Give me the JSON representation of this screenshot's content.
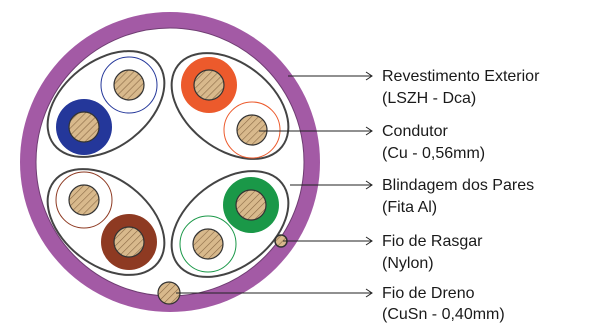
{
  "colors": {
    "jacket": "#a35aa5",
    "jacket_outline": "#6f3d72",
    "pair_outline": "#444444",
    "copper": "#d8b98c",
    "hatch": "#8a6a45",
    "orange": "#ec5a2c",
    "blue": "#24379a",
    "green": "#1a9848",
    "brown": "#8e3a22",
    "leader": "#222222"
  },
  "labels": [
    {
      "id": "outer-jacket",
      "title": "Revestimento Exterior",
      "detail": "(LSZH - Dca)"
    },
    {
      "id": "conductor",
      "title": "Condutor",
      "detail": "(Cu - 0,56mm)"
    },
    {
      "id": "pair-shield",
      "title": "Blindagem dos Pares",
      "detail": "(Fita Al)"
    },
    {
      "id": "rip-cord",
      "title": "Fio de Rasgar",
      "detail": "(Nylon)"
    },
    {
      "id": "drain-wire",
      "title": "Fio de Dreno",
      "detail": "(CuSn - 0,40mm)"
    }
  ]
}
